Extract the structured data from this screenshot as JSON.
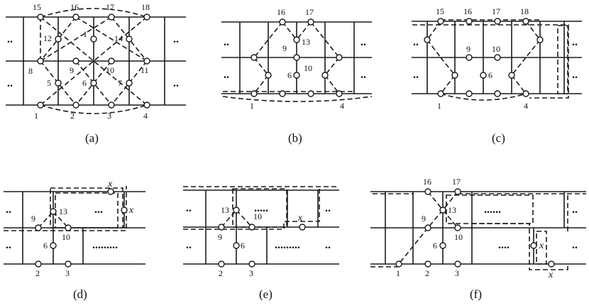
{
  "panels": [
    {
      "id": "a",
      "caption": "(a)",
      "labels": [
        "15",
        "16",
        "17",
        "18",
        "12",
        "1",
        "14",
        "8",
        "9",
        "10",
        "11",
        "5",
        "6",
        "7",
        "1",
        "2",
        "3",
        "4"
      ],
      "ellipsis": [
        "..",
        "..",
        "..",
        ".."
      ]
    },
    {
      "id": "b",
      "caption": "(b)",
      "labels": [
        "16",
        "17",
        "9",
        "13",
        "10",
        "6",
        "1",
        "4"
      ],
      "ellipsis": [
        "..",
        "..",
        "..",
        ".."
      ]
    },
    {
      "id": "c",
      "caption": "(c)",
      "labels": [
        "15",
        "16",
        "17",
        "18",
        "9",
        "10",
        "6",
        "1",
        "4"
      ],
      "ellipsis": [
        "..",
        "..",
        "..",
        ".."
      ]
    },
    {
      "id": "d",
      "caption": "(d)",
      "labels": [
        "13",
        "9",
        "10",
        "6",
        "2",
        "3"
      ],
      "x_labels": [
        "x",
        "x"
      ],
      "ellipsis": [
        "..",
        "..",
        "...",
        "........."
      ]
    },
    {
      "id": "e",
      "caption": "(e)",
      "labels": [
        "13",
        "10",
        "9",
        "6",
        "2",
        "3"
      ],
      "x_labels": [
        "x"
      ],
      "ellipsis": [
        "..",
        "..",
        ".....",
        ".........",
        "..",
        ".."
      ]
    },
    {
      "id": "f",
      "caption": "(f)",
      "labels": [
        "16",
        "17",
        "9",
        "13",
        "10",
        "6",
        "1",
        "2",
        "3"
      ],
      "x_labels": [
        "x",
        "x"
      ],
      "ellipsis": [
        "......",
        "....",
        "..",
        ".."
      ]
    }
  ]
}
